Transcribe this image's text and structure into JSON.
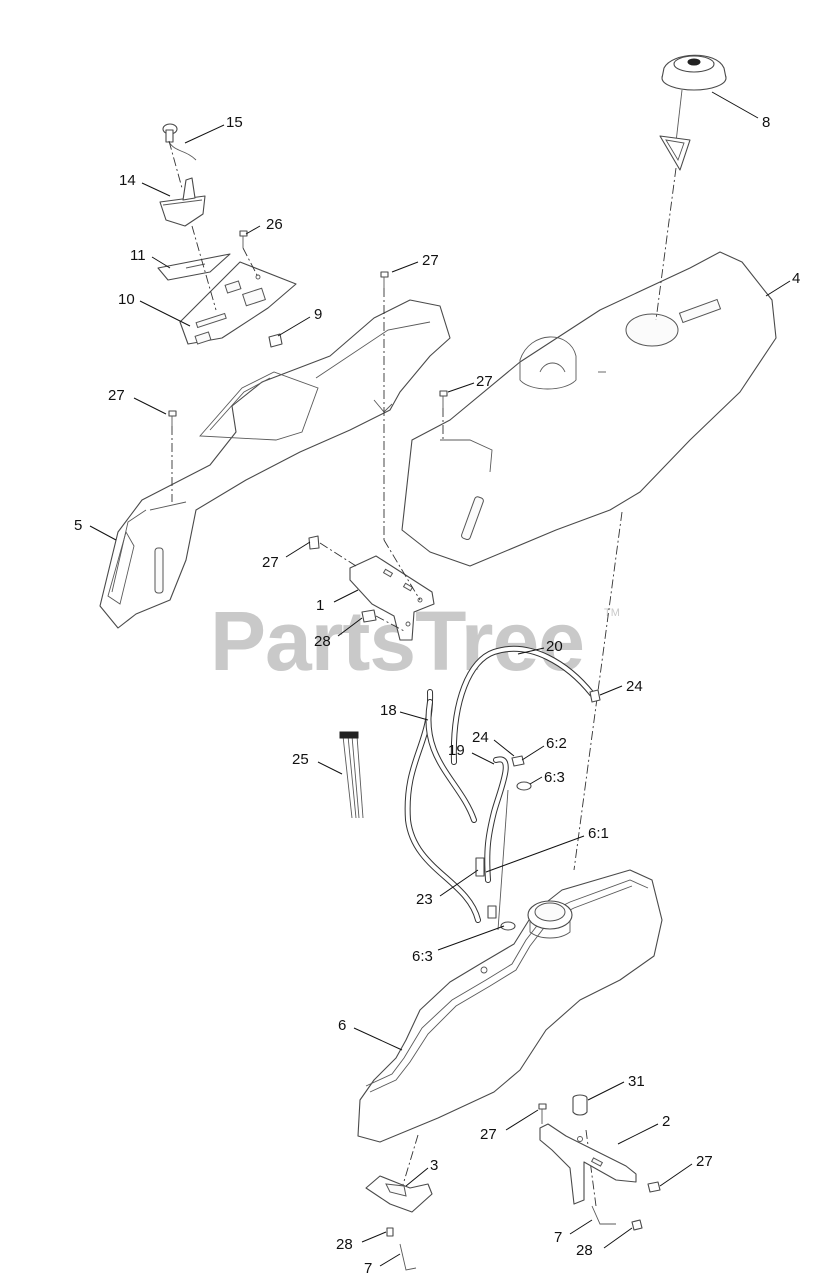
{
  "watermark": {
    "text": "PartsTree",
    "trademark": "TM"
  },
  "callouts": [
    {
      "id": "c15",
      "label": "15"
    },
    {
      "id": "c14",
      "label": "14"
    },
    {
      "id": "c26",
      "label": "26"
    },
    {
      "id": "c11",
      "label": "11"
    },
    {
      "id": "c27a",
      "label": "27"
    },
    {
      "id": "c10",
      "label": "10"
    },
    {
      "id": "c9",
      "label": "9"
    },
    {
      "id": "c27b",
      "label": "27"
    },
    {
      "id": "c5",
      "label": "5"
    },
    {
      "id": "c8",
      "label": "8"
    },
    {
      "id": "c4",
      "label": "4"
    },
    {
      "id": "c27c",
      "label": "27"
    },
    {
      "id": "c27d",
      "label": "27"
    },
    {
      "id": "c1",
      "label": "1"
    },
    {
      "id": "c28a",
      "label": "28"
    },
    {
      "id": "c20",
      "label": "20"
    },
    {
      "id": "c24a",
      "label": "24"
    },
    {
      "id": "c18",
      "label": "18"
    },
    {
      "id": "c25",
      "label": "25"
    },
    {
      "id": "c24b",
      "label": "24"
    },
    {
      "id": "c62",
      "label": "6:2"
    },
    {
      "id": "c19",
      "label": "19"
    },
    {
      "id": "c63a",
      "label": "6:3"
    },
    {
      "id": "c61",
      "label": "6:1"
    },
    {
      "id": "c23",
      "label": "23"
    },
    {
      "id": "c63b",
      "label": "6:3"
    },
    {
      "id": "c6",
      "label": "6"
    },
    {
      "id": "c31",
      "label": "31"
    },
    {
      "id": "c27e",
      "label": "27"
    },
    {
      "id": "c2",
      "label": "2"
    },
    {
      "id": "c27f",
      "label": "27"
    },
    {
      "id": "c3",
      "label": "3"
    },
    {
      "id": "c7a",
      "label": "7"
    },
    {
      "id": "c28b",
      "label": "28"
    },
    {
      "id": "c28c",
      "label": "28"
    },
    {
      "id": "c7b",
      "label": "7"
    }
  ]
}
